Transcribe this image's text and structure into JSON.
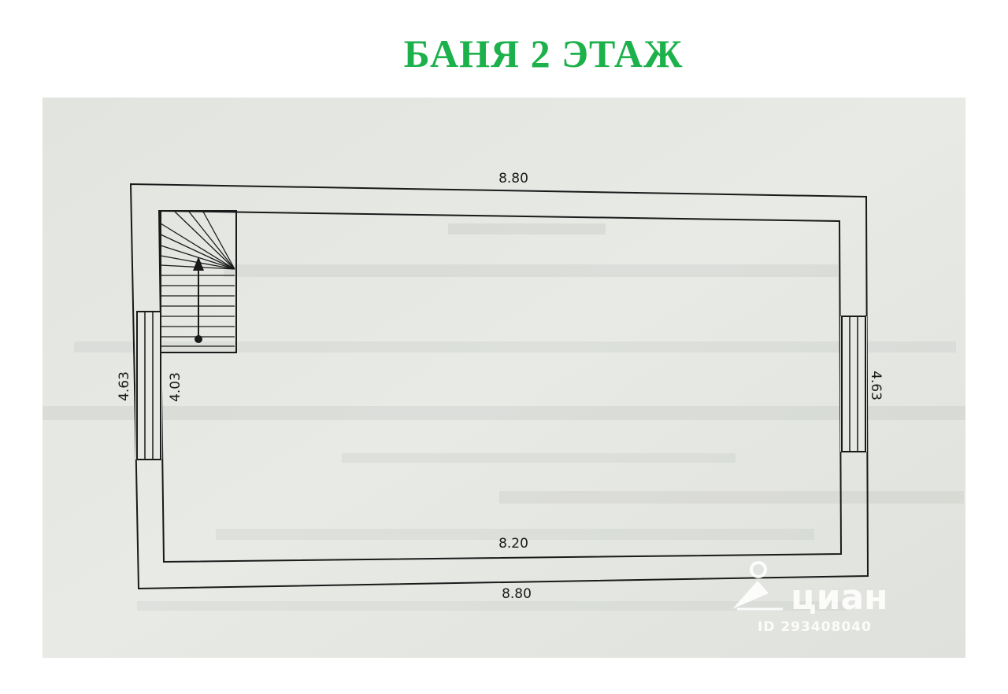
{
  "title": "БАНЯ 2 ЭТАЖ",
  "colors": {
    "title": "#1db14b",
    "paper": "#e5e7e3",
    "lines": "#1a1a1a"
  },
  "dimensions": {
    "top_outer": "8.80",
    "bottom_outer": "8.80",
    "bottom_inner": "8.20",
    "left_outer": "4.63",
    "left_inner": "4.03",
    "right_outer": "4.63"
  },
  "watermark": {
    "brand": "циан",
    "id_text": "ID 293408040",
    "icon": "cian-location-pin-icon"
  }
}
